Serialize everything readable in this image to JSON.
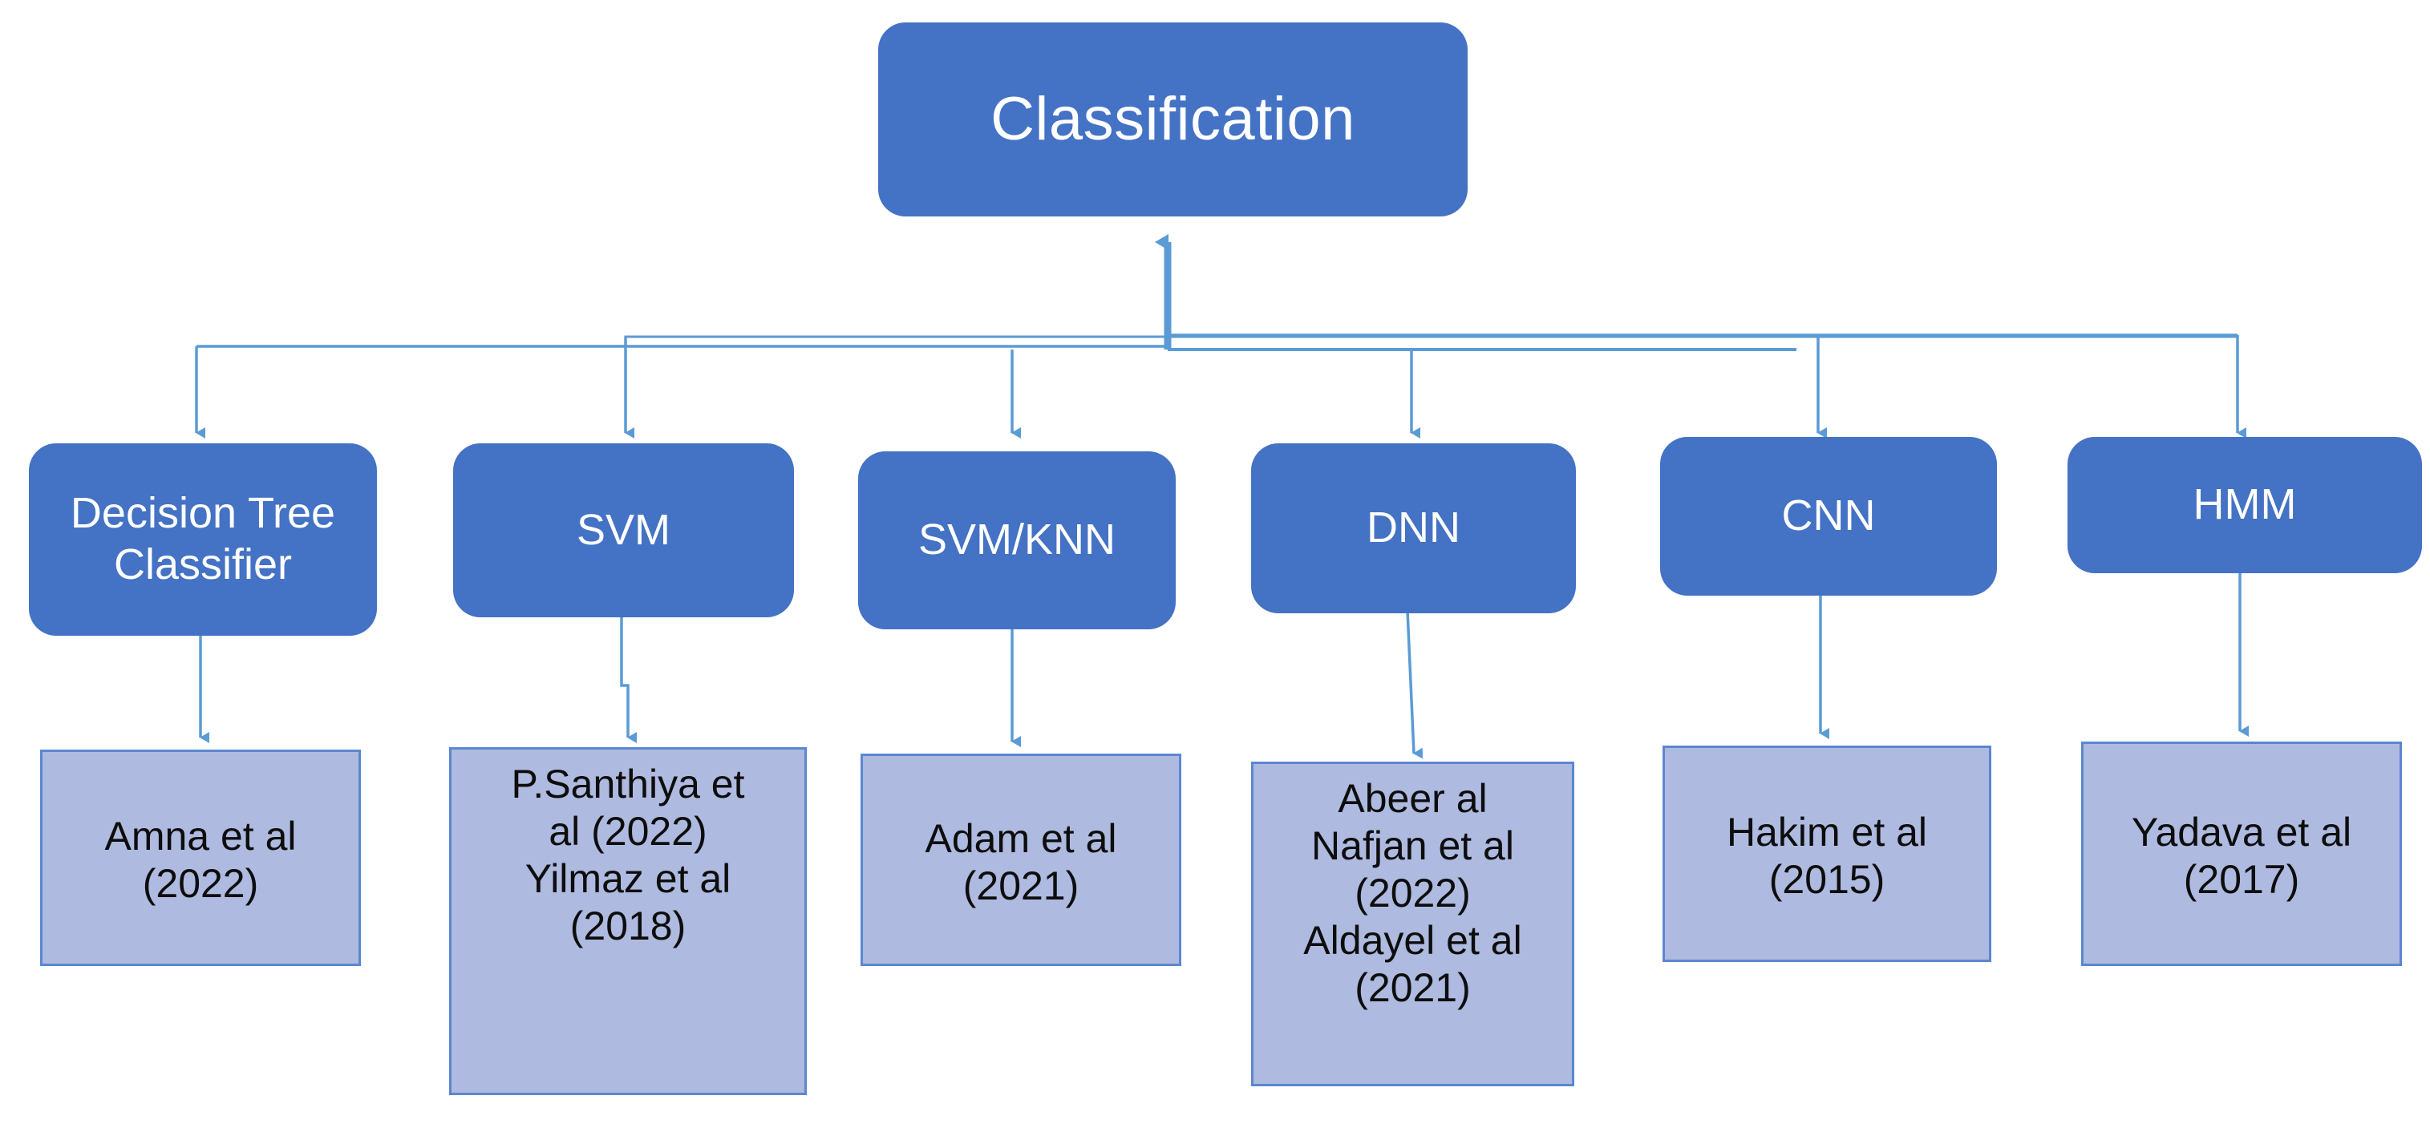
{
  "diagram": {
    "title": "Classification",
    "colors": {
      "node_fill_primary": "#4472C4",
      "node_fill_secondary": "#AEBADF",
      "node_border_secondary": "#5B87D0",
      "connector": "#5B9BD5",
      "text_on_primary": "#FFFFFF",
      "text_on_secondary": "#0D0D0D",
      "background": "#FFFFFF"
    },
    "root": {
      "label": "Classification"
    },
    "branches": [
      {
        "method": "Decision Tree Classifier",
        "reference": "Amna et al\n(2022)"
      },
      {
        "method": "SVM",
        "reference": "P.Santhiya et\nal  (2022)\nYilmaz et al\n(2018)"
      },
      {
        "method": "SVM/KNN",
        "reference": "Adam et al\n(2021)"
      },
      {
        "method": "DNN",
        "reference": "Abeer al\nNafjan et al\n(2022)\nAldayel et al\n(2021)"
      },
      {
        "method": "CNN",
        "reference": "Hakim et al\n(2015)"
      },
      {
        "method": "HMM",
        "reference": "Yadava et al\n(2017)"
      }
    ]
  }
}
